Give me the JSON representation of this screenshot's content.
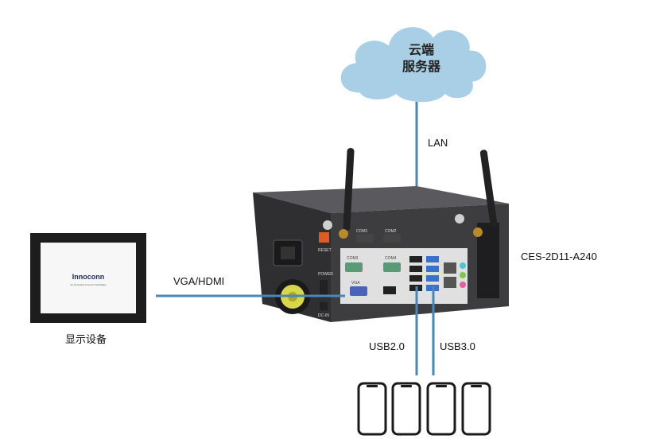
{
  "cloud": {
    "line1": "云端",
    "line2": "服务器"
  },
  "links": {
    "lan": "LAN",
    "vga_hdmi": "VGA/HDMI",
    "usb2": "USB2.0",
    "usb3": "USB3.0"
  },
  "display": {
    "caption": "显示设备",
    "logo": "Innoconn",
    "tagline": "An Innovative Foxconn Subsidiary"
  },
  "device": {
    "model": "CES-2D11-A240",
    "reset": "RESET",
    "power": "POWER",
    "dc_in": "DC-IN",
    "com1": "COM1",
    "com2": "COM2",
    "com3": "COM3",
    "com4": "COM4",
    "vga": "VGA"
  },
  "colors": {
    "connector": "#4a86b8",
    "cloud": "#a8cfe6",
    "chassis": "#3b3b3d"
  }
}
